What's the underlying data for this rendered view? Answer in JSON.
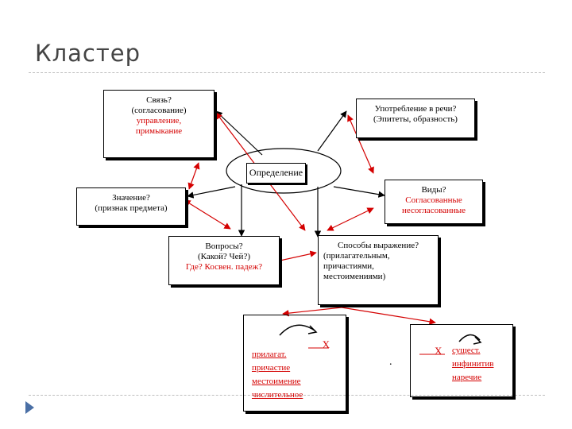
{
  "slide": {
    "title": "Кластер"
  },
  "center": {
    "label": "Определение"
  },
  "boxes": {
    "svyaz": {
      "q": "Связь?",
      "a": "(согласование)",
      "r1": "управление,",
      "r2": "примыкание"
    },
    "upotreb": {
      "q": "Употребление в речи?",
      "a": "(Эпитеты, образность)"
    },
    "znach": {
      "q": "Значение?",
      "a": "(признак предмета)"
    },
    "vidy": {
      "q": "Виды?",
      "r1": "Согласованные",
      "r2": "несогласованные"
    },
    "voprosy": {
      "q": "Вопросы?",
      "a": "(Какой? Чей?)",
      "r": "Где? Косвен. падеж?"
    },
    "sposoby": {
      "q": "Способы выражение?",
      "l1": "(прилагательным,",
      "l2": "причастиями,",
      "l3": "местоимениями)"
    },
    "left_bottom": {
      "x": "Х",
      "l1": "прилагат.",
      "l2": "причастие",
      "l3": "местоимение",
      "l4": "числительное"
    },
    "right_bottom": {
      "x": "Х",
      "l1": "сущест.",
      "l2": "инфинитив",
      "l3": "наречие"
    }
  },
  "colors": {
    "red": "#d40000",
    "black": "#000000",
    "nav": "#4a6fa5"
  },
  "icons": [
    "nav-triangle-icon",
    "curved-arrow-icon"
  ]
}
